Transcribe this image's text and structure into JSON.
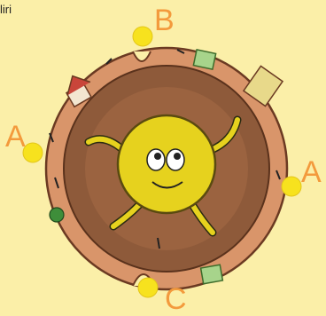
{
  "corner_text": "liri",
  "labels": {
    "b_top": "B",
    "a_left": "A",
    "a_right": "A",
    "c_bottom": "C"
  },
  "colors": {
    "background": "#FBEFA8",
    "label": "#F39A3C",
    "marker": "#F7E21E",
    "earth_outer": "#D9956A",
    "earth_inner": "#8E5A3A",
    "core": "#E6D21E"
  },
  "icons": [
    "house-icon",
    "building-icon",
    "tree-icon",
    "arrow-icon"
  ]
}
